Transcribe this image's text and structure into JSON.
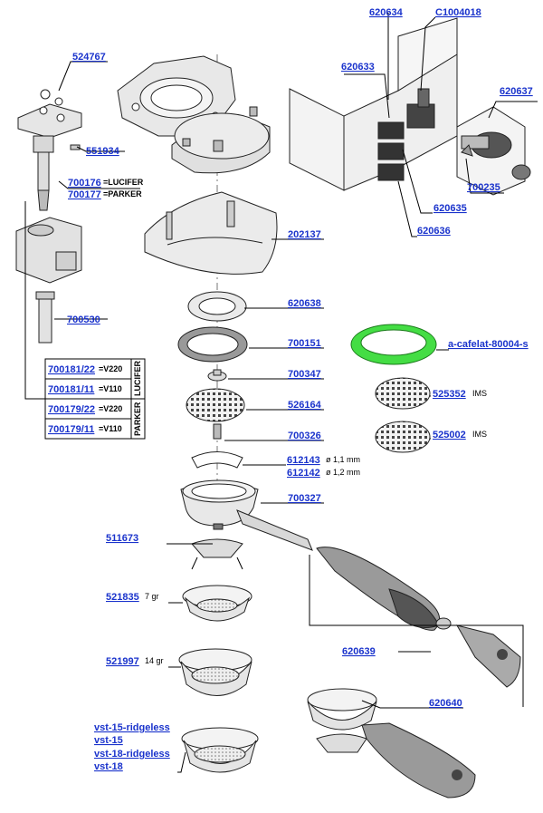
{
  "colors": {
    "link": "#1a33cc",
    "highlight": "#44dd44",
    "part_fill": "#e6e6e6",
    "handle": "#9a9a9a"
  },
  "labels": {
    "p524767": "524767",
    "p551934": "551934",
    "p700176": "700176",
    "p700176_suffix": "=LUCIFER",
    "p700177": "700177",
    "p700177_suffix": "=PARKER",
    "p700530": "700530",
    "p700181_22": "700181/22",
    "p700181_22_suffix": "=V220",
    "p700181_11": "700181/11",
    "p700181_11_suffix": "=V110",
    "p700179_22": "700179/22",
    "p700179_22_suffix": "=V220",
    "p700179_11": "700179/11",
    "p700179_11_suffix": "=V110",
    "lucifer": "LUCIFER",
    "parker": "PARKER",
    "p620634": "620634",
    "pC1004018": "C1004018",
    "p620633": "620633",
    "p620637": "620637",
    "p700235": "700235",
    "p620635": "620635",
    "p620636": "620636",
    "p202137": "202137",
    "p620638": "620638",
    "p700151": "700151",
    "p700347": "700347",
    "p526164": "526164",
    "p700326": "700326",
    "p612143": "612143",
    "p612143_suffix": "ø 1,1 mm",
    "p612142": "612142",
    "p612142_suffix": "ø 1,2 mm",
    "p700327": "700327",
    "p511673": "511673",
    "p521835": "521835",
    "p521835_suffix": "7 gr",
    "p521997": "521997",
    "p521997_suffix": "14 gr",
    "pvst15r": "vst-15-ridgeless",
    "pvst15": "vst-15",
    "pvst18r": "vst-18-ridgeless",
    "pvst18": "vst-18",
    "p620639": "620639",
    "p620640": "620640",
    "pcafelat": "a-cafelat-80004-s",
    "p525352": "525352",
    "p525352_suffix": "IMS",
    "p525002": "525002",
    "p525002_suffix": "IMS"
  }
}
